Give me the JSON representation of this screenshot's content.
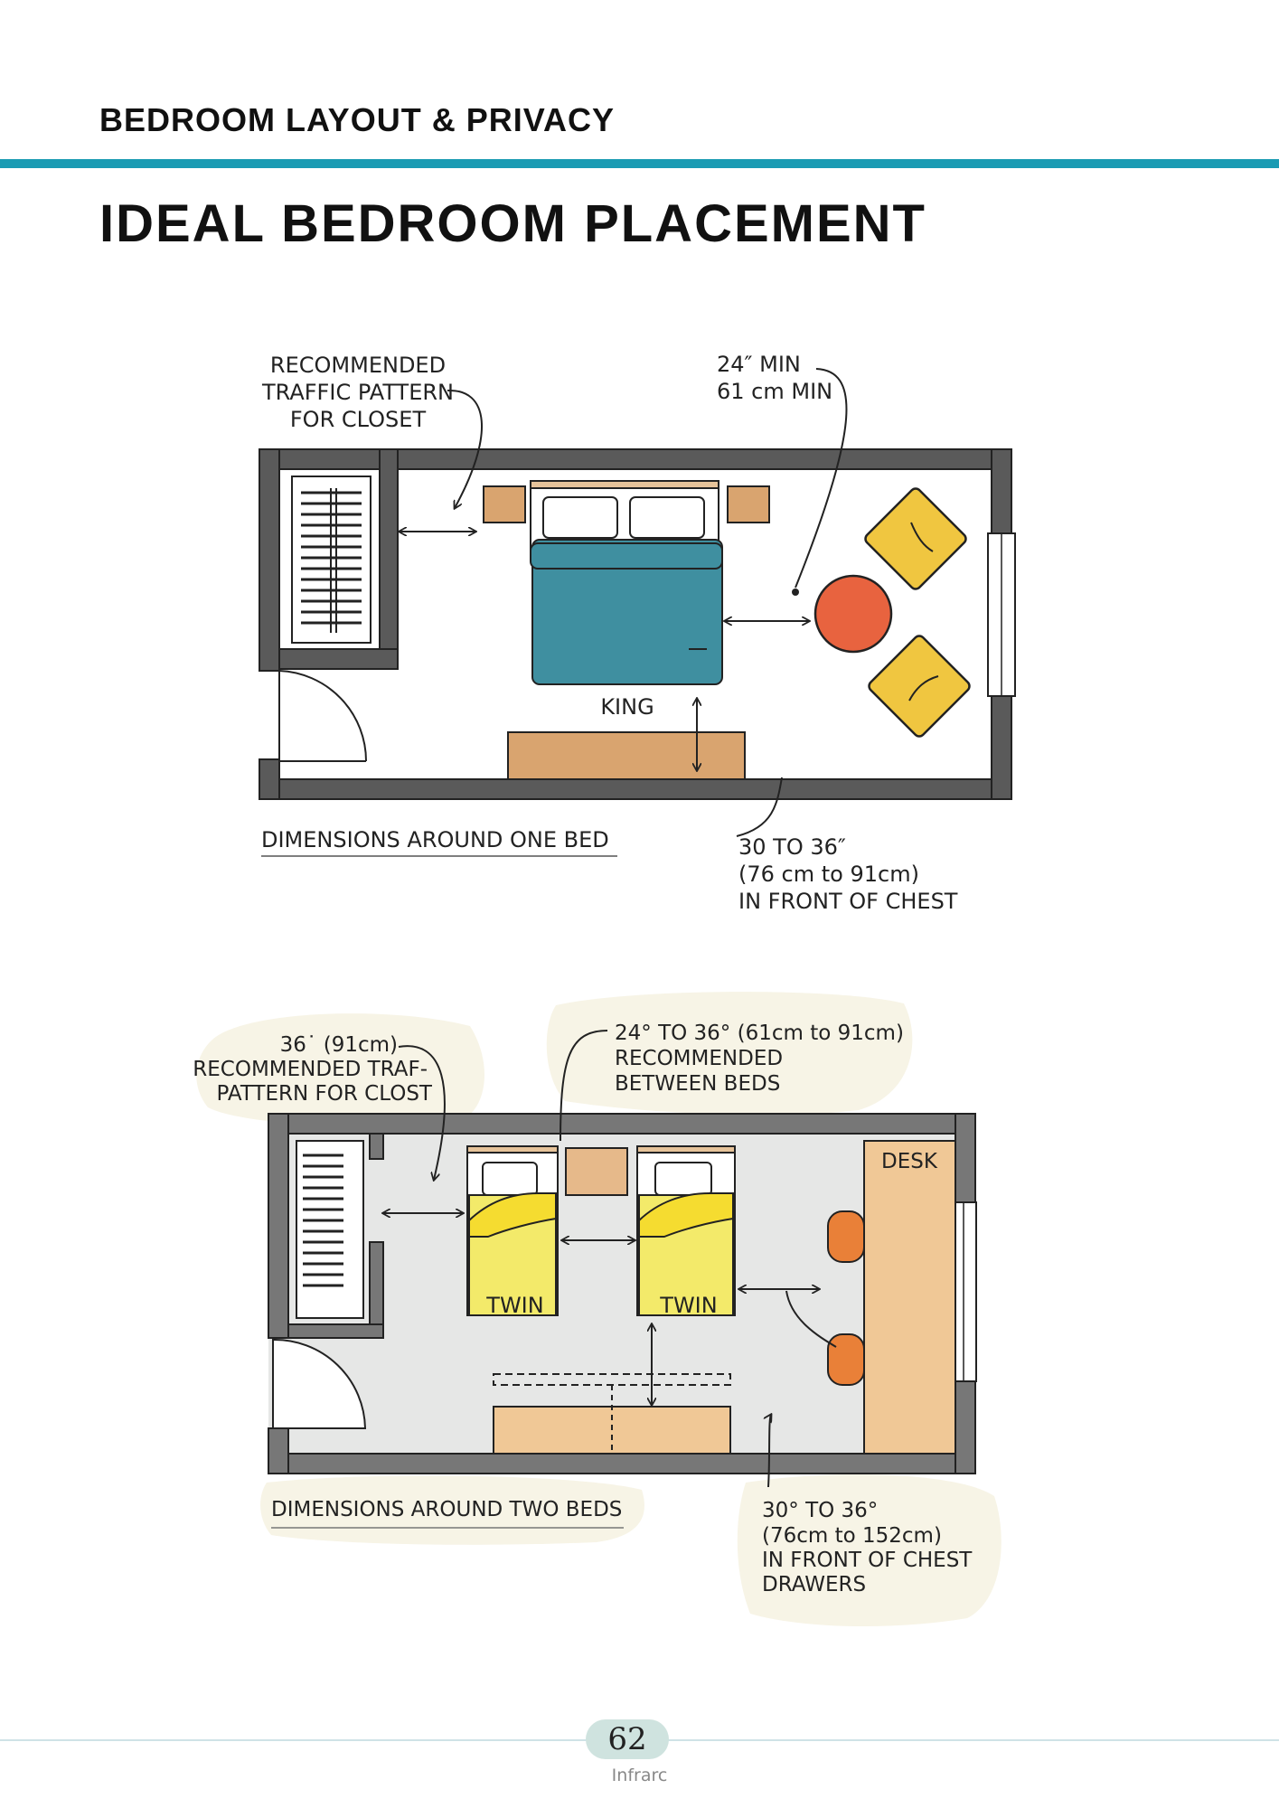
{
  "header": {
    "section": "BEDROOM LAYOUT & PRIVACY"
  },
  "title": "IDEAL BEDROOM PLACEMENT",
  "diagram1": {
    "note_closet": [
      "RECOMMENDED",
      "TRAFFIC PATTERN",
      "FOR CLOSET"
    ],
    "note_min": [
      "24″ MIN",
      "61 cm MIN"
    ],
    "bed_label": "KING",
    "caption": "DIMENSIONS AROUND ONE BED",
    "note_chest": [
      "30 TO 36″",
      "(76 cm to 91cm)",
      "IN FRONT OF CHEST"
    ]
  },
  "diagram2": {
    "note_closet": [
      "36˙ (91cm)",
      "RECOMMENDED TRAF-",
      "PATTERN FOR CLOST"
    ],
    "note_between": [
      "24° TO 36° (61cm to 91cm)",
      "RECOMMENDED",
      "BETWEEN BEDS"
    ],
    "desk_label": "DESK",
    "bed_labels": [
      "TWIN",
      "TWIN"
    ],
    "caption": "DIMENSIONS AROUND TWO BEDS",
    "note_chest": [
      "30°  TO 36°",
      "(76cm to 152cm)",
      "IN FRONT OF CHEST",
      "DRAWERS"
    ]
  },
  "footer": {
    "page_number": "62",
    "brand": "Infrarc"
  },
  "colors": {
    "accent_teal": "#1a9bb3",
    "wall": "#5a5a5a",
    "king_bed": "#3f8fa0",
    "chest": "#d9a46f",
    "pillow_yellow": "#f0c640",
    "ottoman_red": "#e8633f",
    "twin_bed": "#f3ea6a",
    "desk": "#f0c896",
    "chair": "#e98038"
  }
}
